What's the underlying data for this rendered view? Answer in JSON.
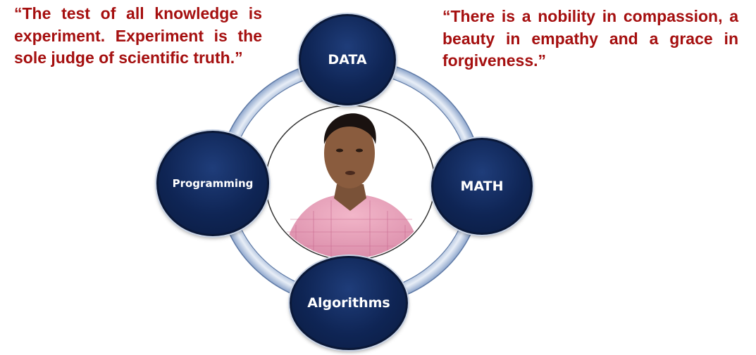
{
  "quotes": {
    "left": "“The test of all knowledge is experiment. Experiment is the sole judge of scientific truth.”",
    "right": "“There is a nobility in compassion, a beauty in empathy and a grace in forgiveness.”"
  },
  "nodes": {
    "data": "DATA",
    "math": "MATH",
    "algorithms": "Algorithms",
    "programming": "Programming"
  },
  "colors": {
    "quote_text": "#a50f0f",
    "node_fill": "#0f2555",
    "ring": "#b8c8e0"
  }
}
